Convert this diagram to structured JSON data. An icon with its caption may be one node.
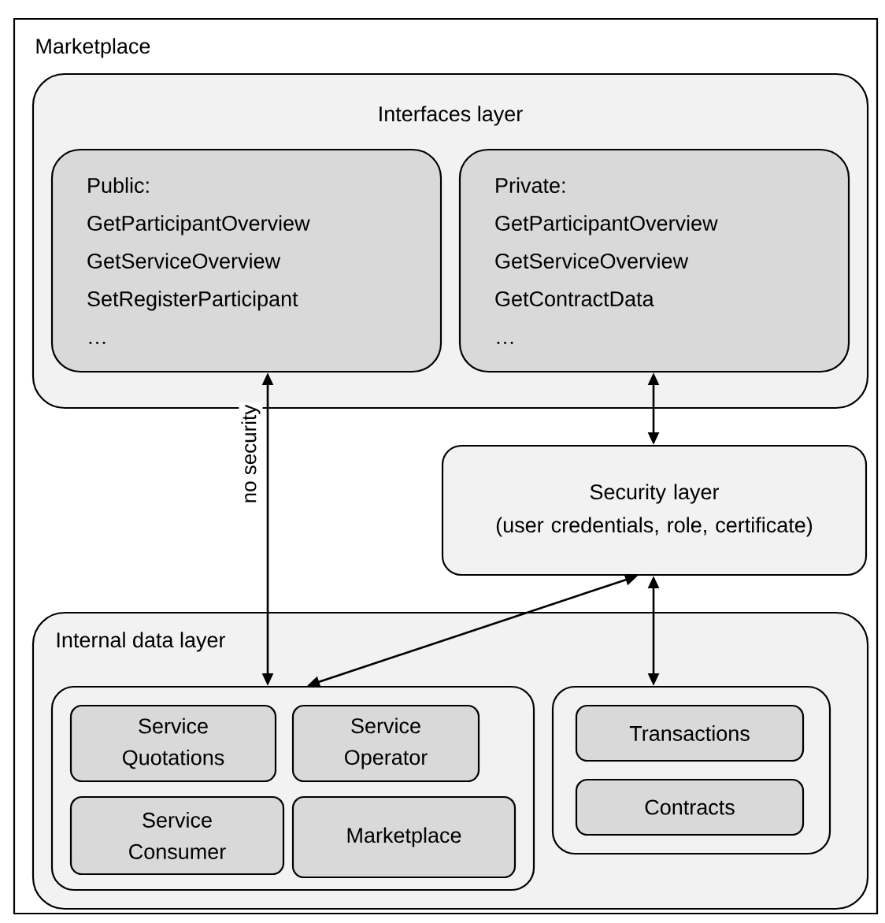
{
  "diagram": {
    "nodes": [
      {
        "text": [
          "Marketplace"
        ]
      },
      {
        "text": [
          "Interfaces layer"
        ],
        "in": 0
      },
      {
        "text": [
          "Public:",
          "GetParticipantOverview",
          "GetServiceOverview",
          "SetRegisterParticipant",
          "…"
        ],
        "in": 1
      },
      {
        "text": [
          "Private:",
          "GetParticipantOverview",
          "GetServiceOverview",
          "GetContractData",
          "…"
        ],
        "in": 1
      },
      {
        "text": [
          "Security layer",
          "(user credentials, role, certificate)"
        ],
        "in": 0
      },
      {
        "text": [
          "Internal data layer"
        ],
        "in": 0
      },
      {
        "text": [],
        "shape": "box",
        "in": 5
      },
      {
        "text": [
          "Service Quotations"
        ],
        "in": 6
      },
      {
        "text": [
          "Service Operator"
        ],
        "in": 6
      },
      {
        "text": [
          "Service Consumer"
        ],
        "in": 6
      },
      {
        "text": [
          "Marketplace"
        ],
        "in": 6
      },
      {
        "text": [],
        "shape": "box",
        "in": 5
      },
      {
        "text": [
          "Transactions"
        ],
        "in": 11
      },
      {
        "text": [
          "Contracts"
        ],
        "in": 11
      }
    ],
    "edges": [
      {
        "from": 2,
        "to": 6,
        "arrow": "both",
        "label": "no security"
      },
      {
        "from": 3,
        "to": 4,
        "arrow": "both"
      },
      {
        "from": 4,
        "to": 6,
        "arrow": "both"
      },
      {
        "from": 4,
        "to": 11,
        "arrow": "both"
      }
    ]
  }
}
